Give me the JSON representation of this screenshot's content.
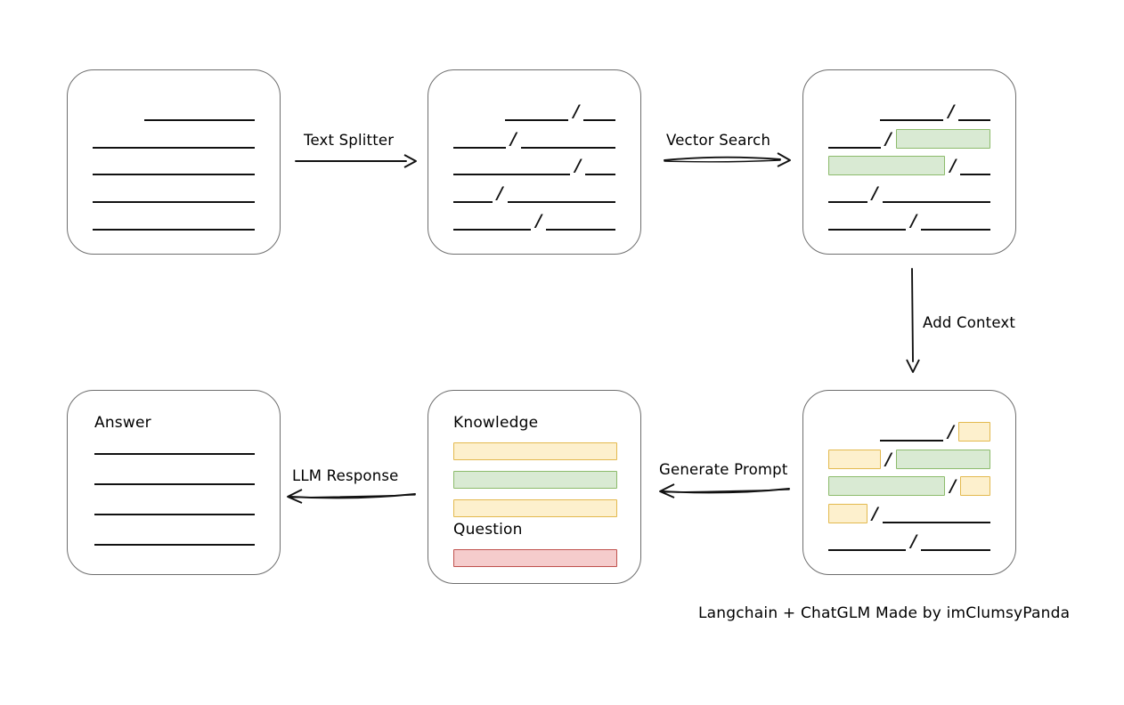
{
  "diagram": {
    "caption": "Langchain + ChatGLM Made by imClumsyPanda",
    "slash": "/",
    "nodes": {
      "source_document": {
        "name": "source-document",
        "label": "",
        "rows": [
          {
            "segments": [
              {
                "indent": 58,
                "width": 152,
                "style": "line"
              }
            ]
          },
          {
            "segments": [
              {
                "indent": 0,
                "width": 182,
                "style": "line"
              }
            ]
          },
          {
            "segments": [
              {
                "indent": 0,
                "width": 182,
                "style": "line"
              }
            ]
          },
          {
            "segments": [
              {
                "indent": 0,
                "width": 182,
                "style": "line"
              }
            ]
          },
          {
            "segments": [
              {
                "indent": 0,
                "width": 182,
                "style": "line"
              }
            ]
          }
        ]
      },
      "split_chunks": {
        "name": "split-chunks",
        "rows": [
          {
            "indent": 58,
            "segments": [
              {
                "width": 96,
                "style": "line"
              },
              {
                "width": 48,
                "style": "line"
              }
            ]
          },
          {
            "indent": 0,
            "segments": [
              {
                "width": 62,
                "style": "line"
              },
              {
                "width": 112,
                "style": "line"
              }
            ]
          },
          {
            "indent": 0,
            "segments": [
              {
                "width": 140,
                "style": "line"
              },
              {
                "width": 36,
                "style": "line"
              }
            ]
          },
          {
            "indent": 0,
            "segments": [
              {
                "width": 46,
                "style": "line"
              },
              {
                "width": 128,
                "style": "line"
              }
            ]
          },
          {
            "indent": 0,
            "segments": [
              {
                "width": 92,
                "style": "line"
              },
              {
                "width": 82,
                "style": "line"
              }
            ]
          }
        ]
      },
      "matched_chunks": {
        "name": "matched-chunks",
        "rows": [
          {
            "indent": 58,
            "segments": [
              {
                "width": 96,
                "style": "line"
              },
              {
                "width": 48,
                "style": "line"
              }
            ]
          },
          {
            "indent": 0,
            "segments": [
              {
                "width": 62,
                "style": "line"
              },
              {
                "width": 112,
                "style": "green"
              }
            ]
          },
          {
            "indent": 0,
            "segments": [
              {
                "width": 140,
                "style": "green"
              },
              {
                "width": 36,
                "style": "line"
              }
            ]
          },
          {
            "indent": 0,
            "segments": [
              {
                "width": 46,
                "style": "line"
              },
              {
                "width": 128,
                "style": "line"
              }
            ]
          },
          {
            "indent": 0,
            "segments": [
              {
                "width": 92,
                "style": "line"
              },
              {
                "width": 82,
                "style": "line"
              }
            ]
          }
        ]
      },
      "context_chunks": {
        "name": "context-chunks",
        "rows": [
          {
            "indent": 58,
            "segments": [
              {
                "width": 96,
                "style": "line"
              },
              {
                "width": 48,
                "style": "yellow"
              }
            ]
          },
          {
            "indent": 0,
            "segments": [
              {
                "width": 62,
                "style": "yellow"
              },
              {
                "width": 112,
                "style": "green"
              }
            ]
          },
          {
            "indent": 0,
            "segments": [
              {
                "width": 140,
                "style": "green"
              },
              {
                "width": 36,
                "style": "yellow"
              }
            ]
          },
          {
            "indent": 0,
            "segments": [
              {
                "width": 46,
                "style": "yellow"
              },
              {
                "width": 128,
                "style": "line"
              }
            ]
          },
          {
            "indent": 0,
            "segments": [
              {
                "width": 92,
                "style": "line"
              },
              {
                "width": 82,
                "style": "line"
              }
            ]
          }
        ]
      },
      "prompt": {
        "name": "prompt-box",
        "knowledge_label": "Knowledge",
        "question_label": "Question",
        "knowledge_bars": [
          {
            "color": "yellow"
          },
          {
            "color": "green"
          },
          {
            "color": "yellow"
          }
        ],
        "question_bars": [
          {
            "color": "red"
          }
        ]
      },
      "answer": {
        "name": "answer-box",
        "label": "Answer",
        "lines": 4
      }
    },
    "edges": [
      {
        "id": "text-splitter",
        "label": "Text Splitter",
        "direction": "right"
      },
      {
        "id": "vector-search",
        "label": "Vector Search",
        "direction": "right"
      },
      {
        "id": "add-context",
        "label": "Add Context",
        "direction": "down"
      },
      {
        "id": "generate-prompt",
        "label": "Generate Prompt",
        "direction": "left"
      },
      {
        "id": "llm-response",
        "label": "LLM Response",
        "direction": "left"
      }
    ],
    "colors": {
      "stroke": "#111111",
      "box_border": "#6e6e6e",
      "green_fill": "#d9ead3",
      "green_border": "#8cbb6b",
      "yellow_fill": "#fdf0cd",
      "yellow_border": "#e3b94e",
      "red_fill": "#f5cccc",
      "red_border": "#c0514d"
    }
  }
}
